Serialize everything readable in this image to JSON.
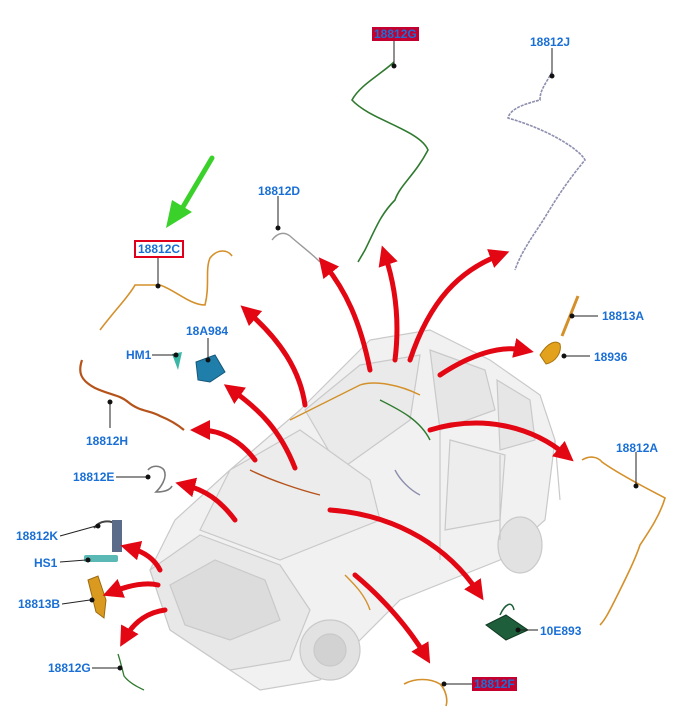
{
  "labels": {
    "c18812G": "18812G",
    "c18812J": "18812J",
    "c18812D": "18812D",
    "c18812C": "18812C",
    "c18A984": "18A984",
    "cHM1": "HM1",
    "c18813A": "18813A",
    "c18936": "18936",
    "c18812H": "18812H",
    "c18812A": "18812A",
    "c18812E": "18812E",
    "c18812K": "18812K",
    "cHS1": "HS1",
    "c18813B": "18813B",
    "c10E893": "10E893",
    "c18812G_bottom": "18812G",
    "c18812F": "18812F"
  },
  "colors": {
    "callout_text": "#1a6fd6",
    "highlight_fill": "#c3002f",
    "highlight_box": "#e0001b",
    "arrow_red": "#e30613",
    "arrow_green": "#3ad12a",
    "harness_orange": "#d4902a",
    "harness_green": "#2f7a2f",
    "harness_grey": "#8d8fae",
    "harness_brown": "#b5531b",
    "module_teal": "#1f7faa",
    "module_darkgreen": "#1f5e3a"
  }
}
